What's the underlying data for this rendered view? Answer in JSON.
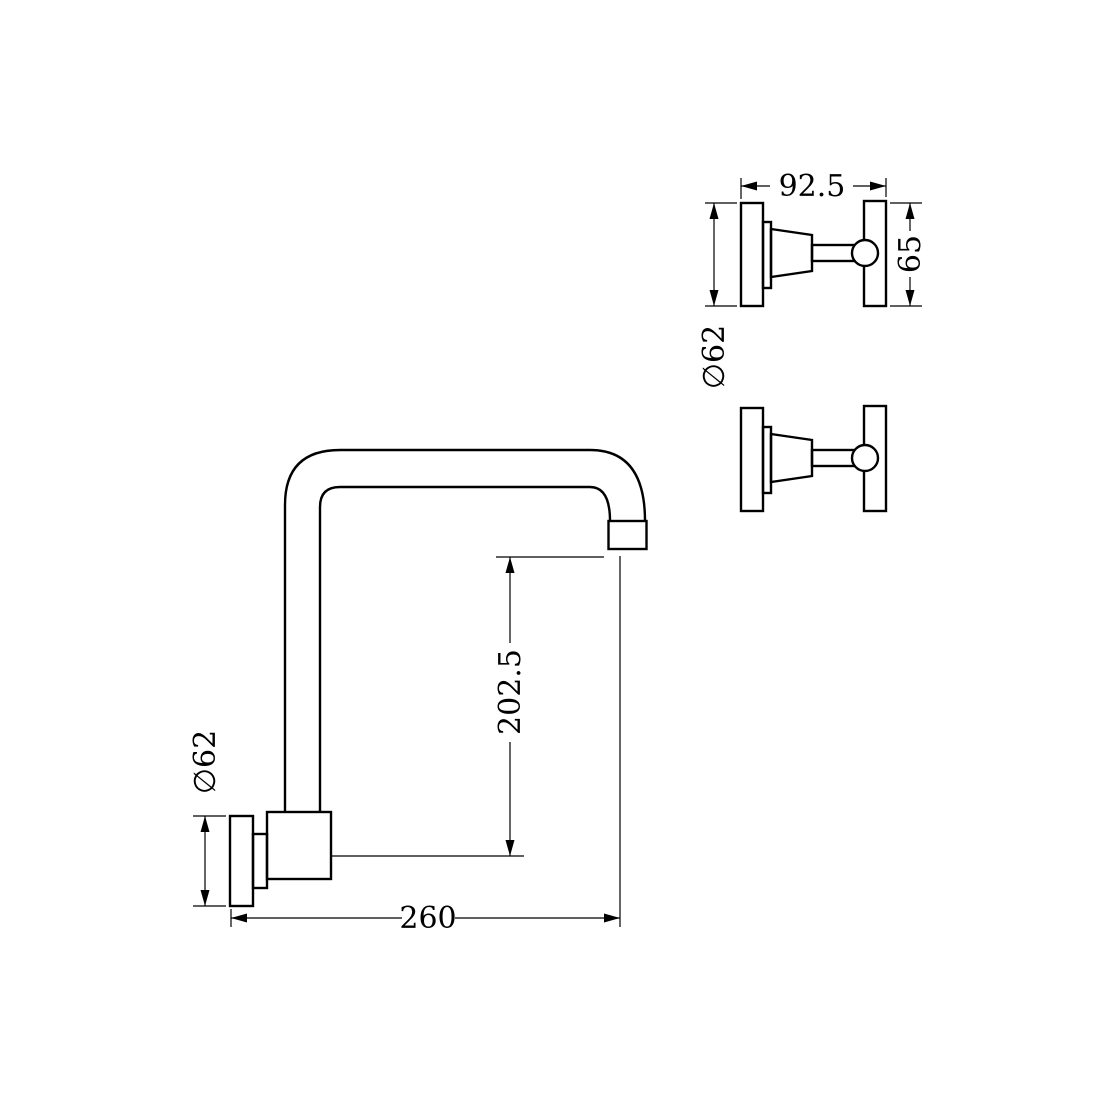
{
  "page": {
    "background": "#ffffff",
    "line_color": "#000000"
  },
  "drawing": {
    "description": "wall-mounted swivel spout and two cross-handle tap assemblies, dimensioned technical drawing",
    "labels": {
      "top_width": "92.5",
      "handle_height": "65",
      "handle_flange_dia": "∅62",
      "spout_flange_dia": "∅62",
      "spout_rise": "202.5",
      "spout_reach": "260"
    }
  }
}
